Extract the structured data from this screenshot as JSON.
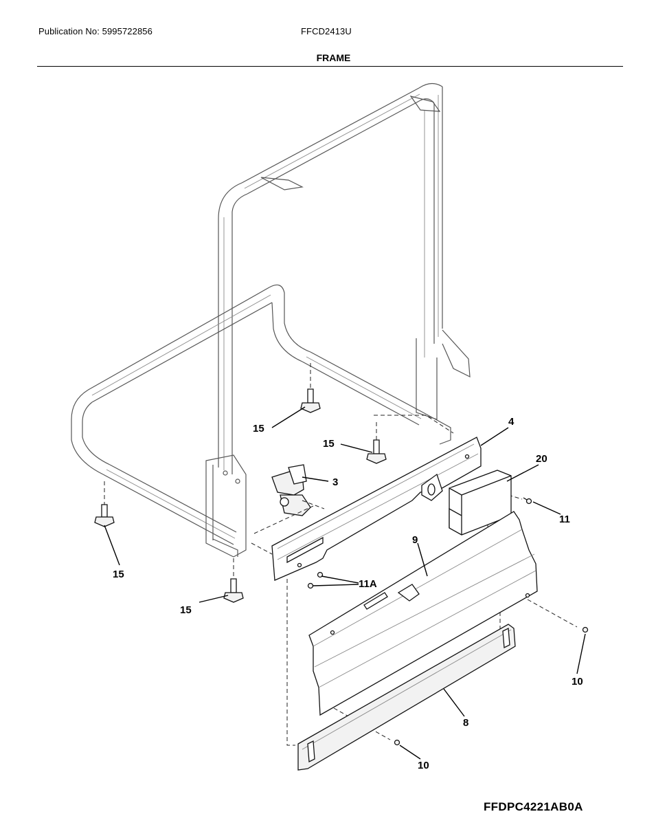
{
  "header": {
    "publication": "Publication No: 5995722856",
    "model": "FFCD2413U",
    "section": "FRAME"
  },
  "footer": {
    "drawing_id": "FFDPC4221AB0A"
  },
  "callouts": {
    "leveling_leg_rear_right": "15",
    "leveling_leg_mid": "15",
    "leveling_leg_front_left": "15",
    "leveling_leg_front_center": "15",
    "valve": "3",
    "bracket": "4",
    "cover": "20",
    "screw_cover": "11",
    "support": "9",
    "screws_bracket": "11A",
    "toe_panel": "8",
    "screw_right": "10",
    "screw_bottom": "10"
  }
}
